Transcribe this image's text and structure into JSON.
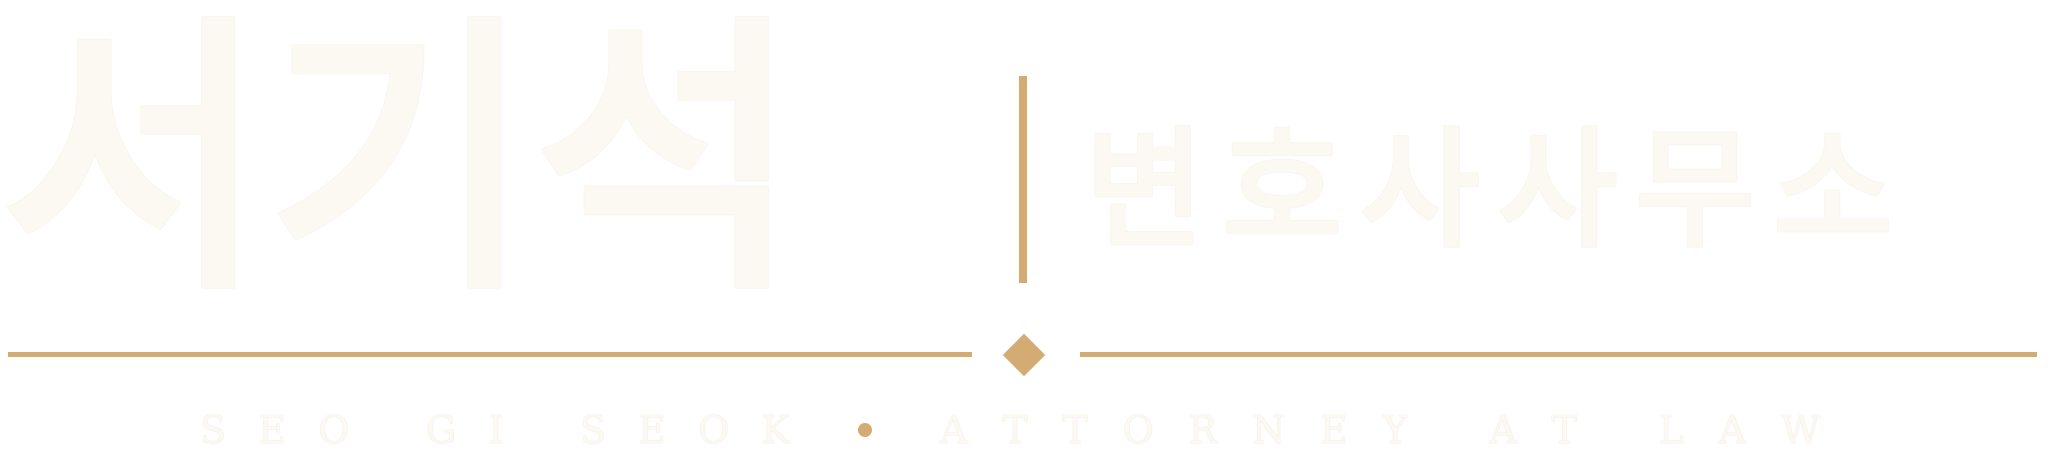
{
  "logo": {
    "name_korean": "서기석",
    "office_korean": "변호사사무소",
    "tagline_name": "SEO GI SEOK",
    "tagline_title": "ATTORNEY AT LAW",
    "gold_color": "#d4ab73",
    "text_color": "#fcf9f3"
  }
}
